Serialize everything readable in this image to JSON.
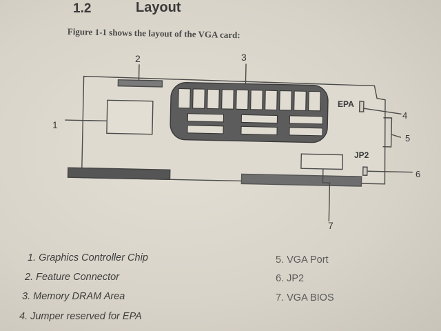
{
  "section": {
    "number": "1.2",
    "title": "Layout"
  },
  "caption": "Figure 1-1 shows the layout of the VGA card:",
  "diagram": {
    "callouts": [
      "1",
      "2",
      "3",
      "4",
      "5",
      "6",
      "7"
    ],
    "labels": {
      "epa": "EPA",
      "jp2": "JP2"
    }
  },
  "legend": {
    "left": [
      "1. Graphics Controller Chip",
      "2. Feature Connector",
      "3. Memory DRAM Area",
      "4. Jumper reserved for EPA"
    ],
    "right": [
      "5. VGA Port",
      "6. JP2",
      "7. VGA BIOS"
    ]
  }
}
